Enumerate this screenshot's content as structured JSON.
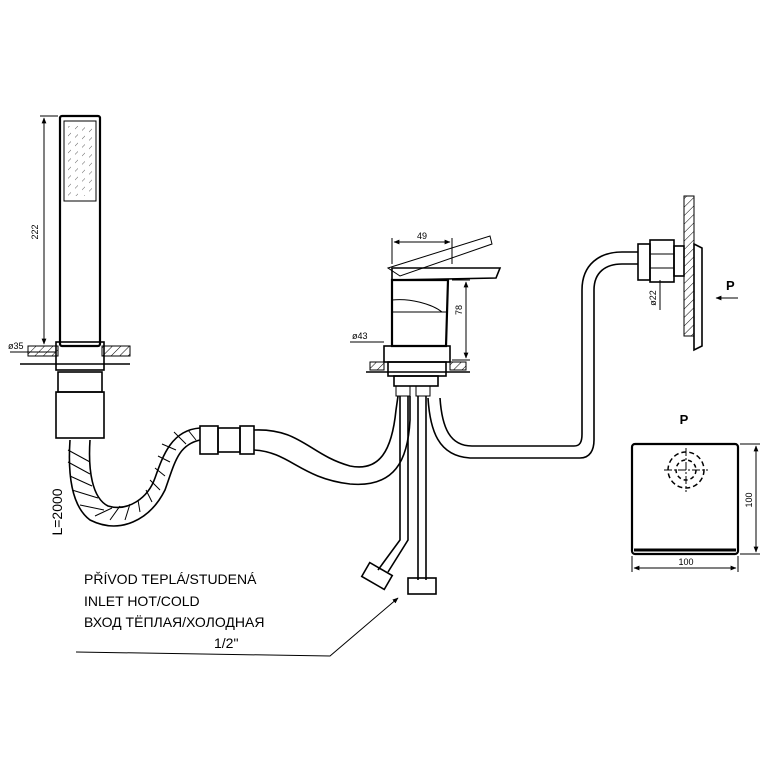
{
  "dimensions": {
    "shower_length": "222",
    "shower_base_dia": "ø35",
    "hose_length": "L=2000",
    "lever_width": "49",
    "faucet_height": "78",
    "faucet_base_dia": "ø43",
    "wall_outlet_dia": "ø22",
    "plate_width": "100",
    "plate_height": "100"
  },
  "labels": {
    "view_arrow": "P",
    "view_title": "P"
  },
  "notes": {
    "line_cz": "PŘÍVOD TEPLÁ/STUDENÁ",
    "line_en": "INLET HOT/COLD",
    "line_ru": "ВХОД ТЁПЛАЯ/ХОЛОДНАЯ",
    "thread": "1/2\""
  }
}
